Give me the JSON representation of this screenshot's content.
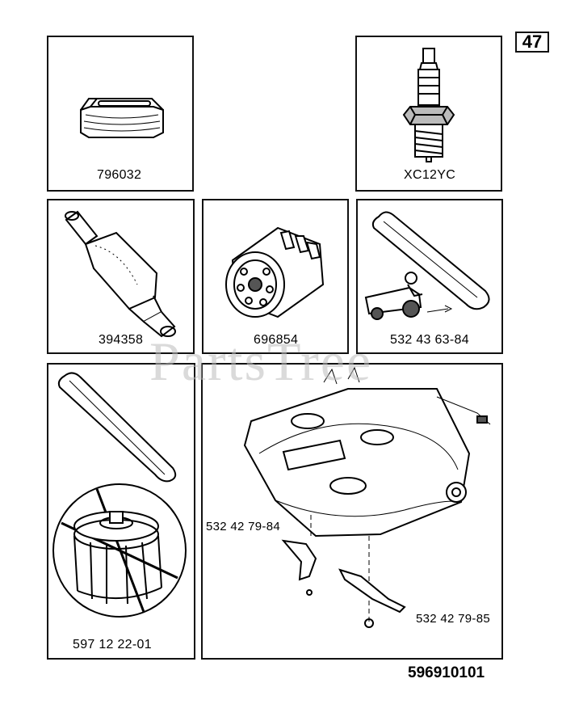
{
  "page_number": "47",
  "document_number": "596910101",
  "watermark": "PartsTree",
  "parts": [
    {
      "id": "796032",
      "label": "796032",
      "icon": "belt-sleeve-icon"
    },
    {
      "id": "XC12YC",
      "label": "XC12YC",
      "icon": "spark-plug-icon"
    },
    {
      "id": "394358",
      "label": "394358",
      "icon": "fuel-filter-icon"
    },
    {
      "id": "696854",
      "label": "696854",
      "icon": "oil-filter-icon"
    },
    {
      "id": "532436384",
      "label": "532 43 63-84",
      "icon": "drive-belt-tractor-icon"
    },
    {
      "id": "597122201",
      "label": "597 12 22-01",
      "icon": "belt-pulley-icon"
    }
  ],
  "deck_assembly": {
    "icon": "mower-deck-icon",
    "callouts": [
      "532 42 79-84",
      "532 42 79-85"
    ]
  }
}
